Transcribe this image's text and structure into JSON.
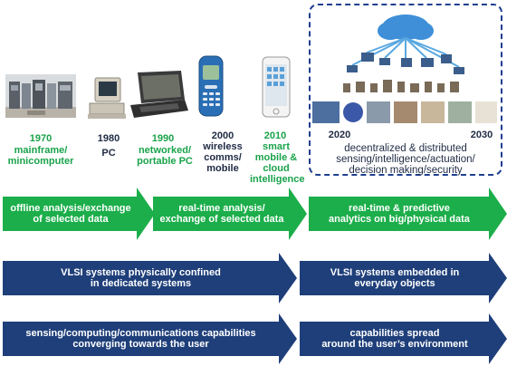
{
  "eras": [
    {
      "year": "1970",
      "label": "mainframe/\nminicomputer",
      "image": "mainframe-computer"
    },
    {
      "year": "1980",
      "label": "PC",
      "image": "personal-computer"
    },
    {
      "year": "1990",
      "label": "networked/\nportable PC",
      "image": "laptop"
    },
    {
      "year": "2000",
      "label": "wireless\ncomms/\nmobile",
      "image": "mobile-phone"
    },
    {
      "year": "2010",
      "label": "smart\nmobile &\ncloud\nintelligence",
      "image": "smartphone"
    }
  ],
  "future": {
    "year_start": "2020",
    "year_end": "2030",
    "label": "decentralized & distributed\nsensing/intelligence/actuation/\ndecision making/security",
    "image": "cloud-connected-devices"
  },
  "rows": [
    {
      "color": "#1cae4a",
      "left": "offline analysis/exchange\nof selected data",
      "middle": "real-time analysis/\nexchange of selected data",
      "right": "real-time & predictive\nanalytics on big/physical data"
    },
    {
      "color": "#1f3f7a",
      "left": "VLSI systems physically confined\nin dedicated systems",
      "right": "VLSI systems embedded in\neveryday objects"
    },
    {
      "color": "#1f3f7a",
      "left": "sensing/computing/communications capabilities\nconverging towards the user",
      "right": "capabilities spread\naround the user’s environment"
    }
  ]
}
